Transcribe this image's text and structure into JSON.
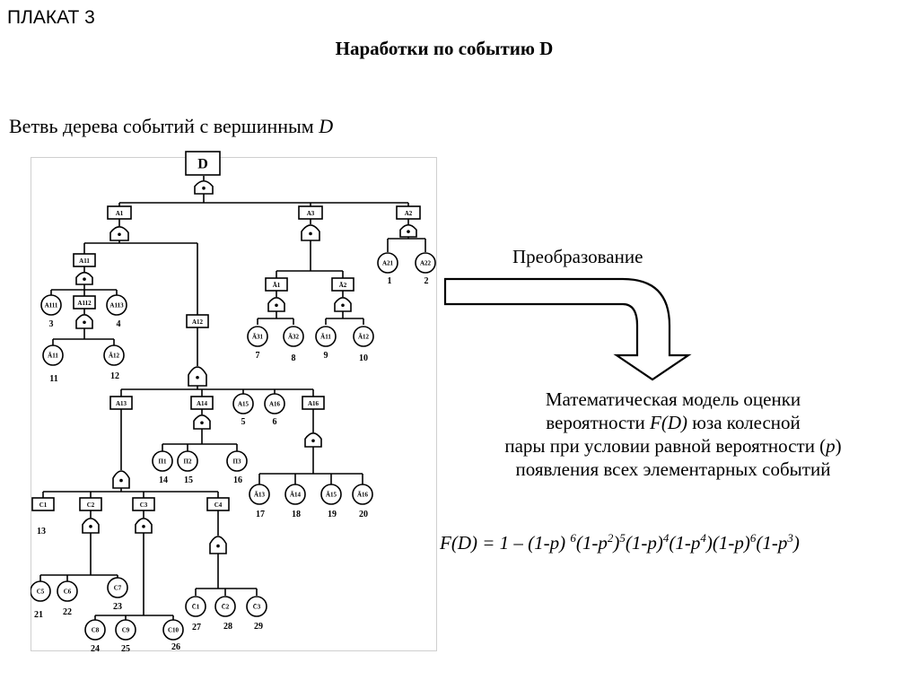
{
  "poster_label": "ПЛАКАТ 3",
  "title": "Наработки по событию D",
  "subtitle": {
    "text": "Ветвь дерева событий с вершинным ",
    "top_event": "D"
  },
  "transform_label": "Преобразование",
  "model_text": {
    "line1": "Математическая модель оценки",
    "line2_a": "вероятности ",
    "line2_fd": "F(D)",
    "line2_b": " юза колесной",
    "line3_a": "пары при условии равной вероятности (",
    "line3_p": "p",
    "line3_b": ")",
    "line4": "появления всех элементарных событий"
  },
  "formula": {
    "prefix": "F(D) = 1 – (1-p) ",
    "e1": "6",
    "t2": "(1-p",
    "e2": "2",
    "t3": ")",
    "e3": "5",
    "t4": "(1-p)",
    "e4": "4",
    "t5": "(1-p",
    "e5": "4",
    "t6": ")(1-p)",
    "e6": "6",
    "t7": "(1-p",
    "e7": "3",
    "t8": ")"
  },
  "tree": {
    "root": "D",
    "boxes": [
      "A1",
      "A3",
      "A2",
      "A11",
      "A112",
      "A12",
      "Ā1",
      "Ā2",
      "A13",
      "A14",
      "A16",
      "C1",
      "C2",
      "C3",
      "C4"
    ],
    "circles": [
      "A21",
      "A22",
      "A111",
      "A113",
      "Ā11",
      "Ā12",
      "Ā31",
      "Ā32",
      "Ā11",
      "Ā12",
      "A15",
      "A16",
      "П1",
      "П2",
      "П3",
      "Ā13",
      "Ā14",
      "Ā15",
      "Ā16",
      "C1",
      "C5",
      "C6",
      "C7",
      "C8",
      "C9",
      "C10",
      "C̄1",
      "C̄2",
      "C̄3"
    ],
    "numbers": [
      "1",
      "2",
      "3",
      "4",
      "11",
      "12",
      "7",
      "8",
      "9",
      "10",
      "5",
      "6",
      "14",
      "15",
      "16",
      "17",
      "18",
      "19",
      "20",
      "13",
      "21",
      "22",
      "23",
      "24",
      "25",
      "26",
      "27",
      "28",
      "29"
    ]
  }
}
